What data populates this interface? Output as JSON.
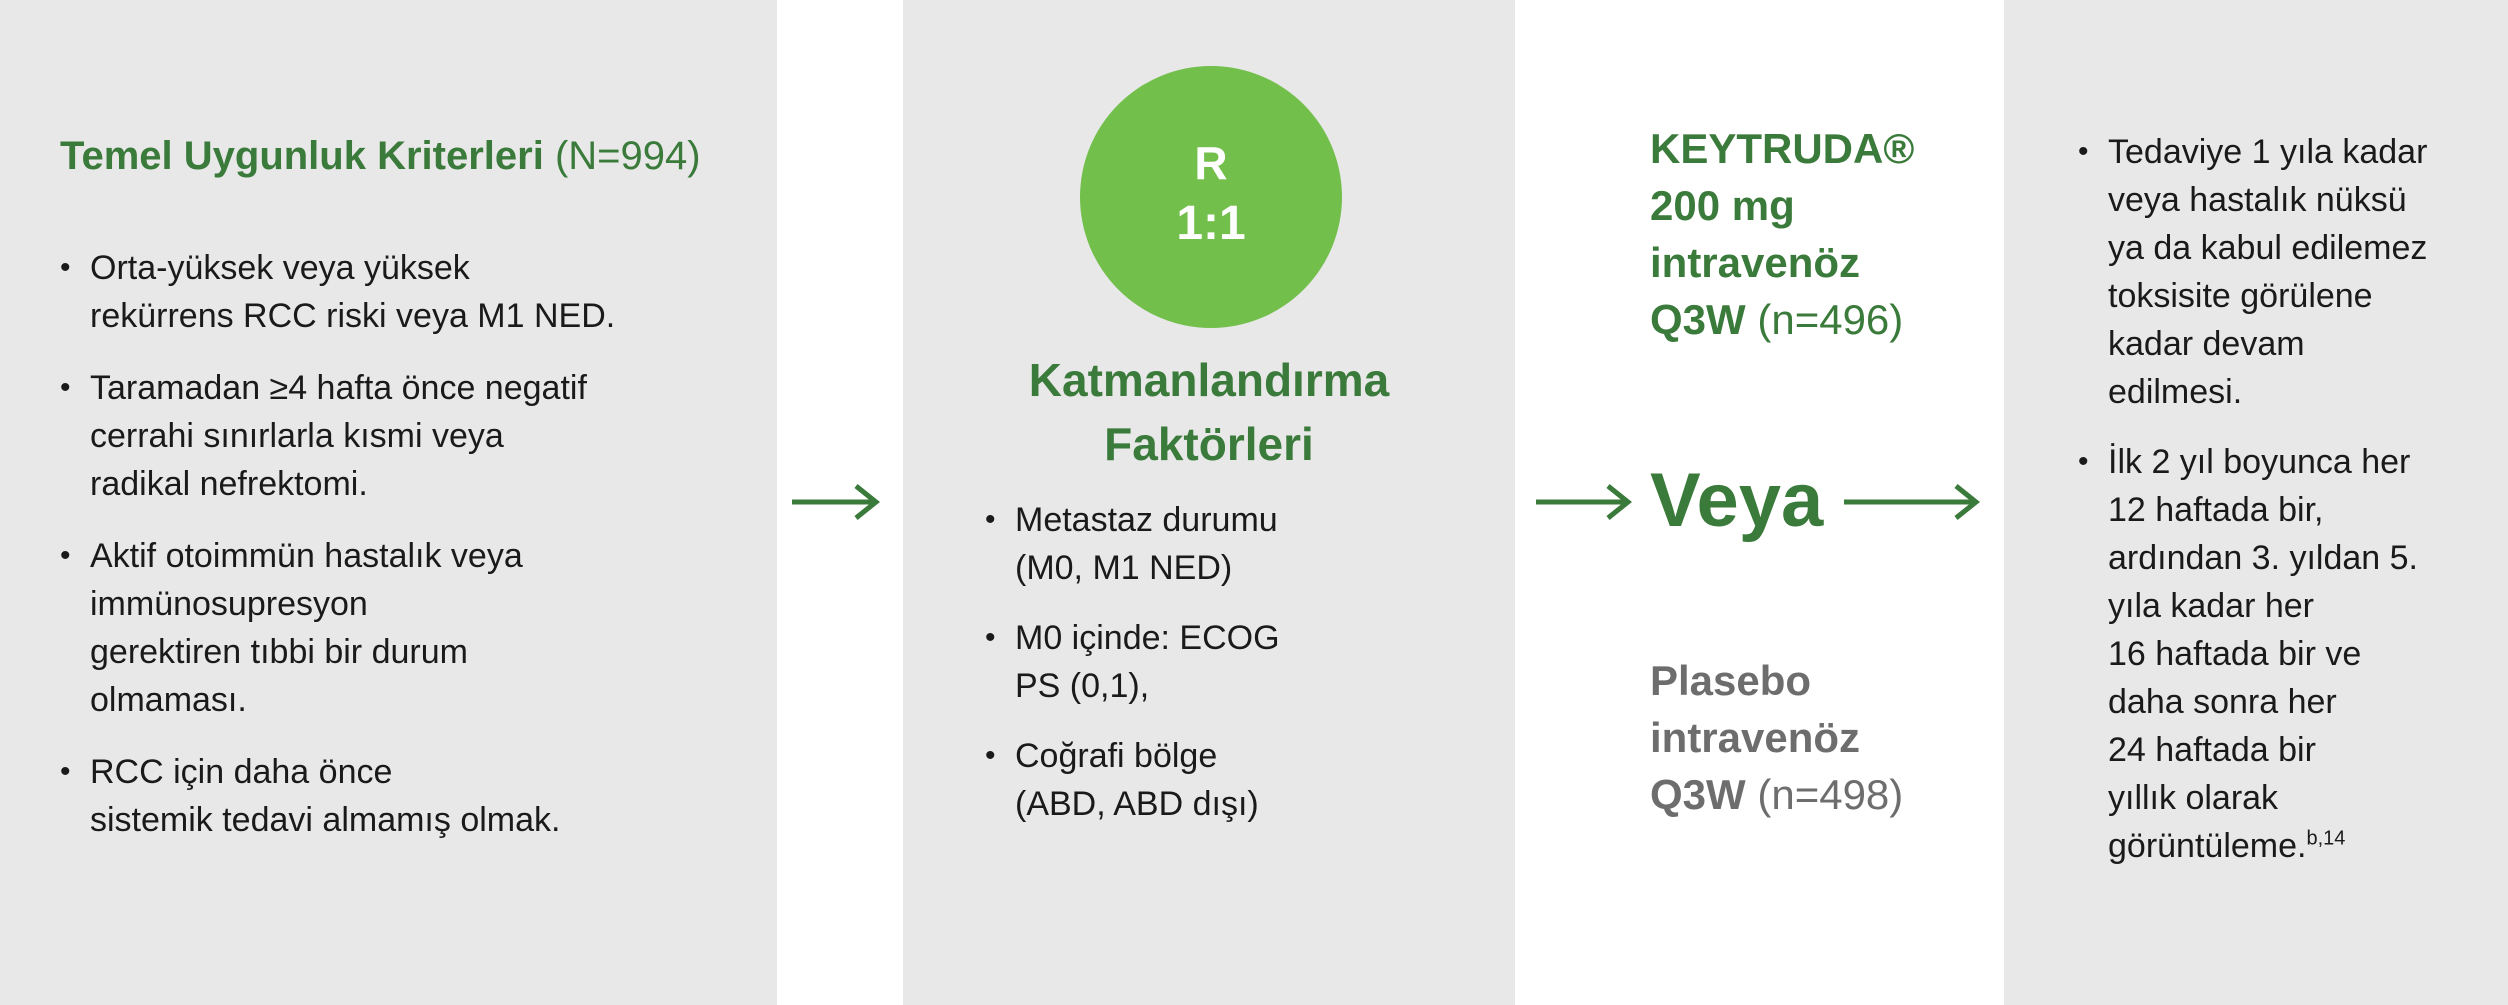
{
  "criteria": {
    "title": "Temel Uygunluk Kriterleri",
    "n": "(N=994)",
    "items": [
      [
        "Orta-yüksek veya yüksek",
        "rekürrens RCC riski  veya M1 NED."
      ],
      [
        "Taramadan ≥4 hafta önce negatif",
        "cerrahi sınırlarla kısmi veya",
        "radikal nefrektomi."
      ],
      [
        "Aktif otoimmün hastalık veya",
        "immünosupresyon",
        "gerektiren tıbbi bir durum",
        "olmaması."
      ],
      [
        "RCC için daha önce",
        "sistemik tedavi almamış olmak."
      ]
    ]
  },
  "randomization": {
    "letter": "R",
    "ratio": "1:1"
  },
  "stratification": {
    "title_line1": "Katmanlandırma",
    "title_line2": "Faktörleri",
    "items": [
      [
        "Metastaz durumu",
        "(M0, M1 NED)"
      ],
      [
        "M0 içinde: ECOG",
        "PS (0,1),"
      ],
      [
        "Coğrafi bölge",
        "(ABD, ABD dışı)"
      ]
    ]
  },
  "arms": {
    "keytruda": {
      "line1": "KEYTRUDA®",
      "line2": "200 mg",
      "line3": "intravenöz",
      "line4_bold": "Q3W",
      "line4_n": "(n=496)"
    },
    "or_label": "Veya",
    "placebo": {
      "line1": "Plasebo",
      "line2": "intravenöz",
      "line3_bold": "Q3W",
      "line3_n": "(n=498)"
    }
  },
  "followup": {
    "items": [
      [
        "Tedaviye 1 yıla kadar",
        "veya hastalık nüksü",
        "ya da kabul edilemez",
        "toksisite görülene",
        "kadar devam",
        "edilmesi."
      ],
      [
        "İlk 2 yıl boyunca her",
        "12 haftada bir,",
        "ardından 3. yıldan 5.",
        "yıla kadar her",
        "16 haftada bir ve",
        "daha sonra her",
        "24 haftada bir",
        "yıllık olarak",
        "görüntüleme."
      ]
    ],
    "footnote": "b,14"
  },
  "colors": {
    "panel_bg": "#e8e8e8",
    "green_text": "#3a7a3a",
    "circle_green": "#72bf4c",
    "placebo_grey": "#6d6d6d"
  }
}
